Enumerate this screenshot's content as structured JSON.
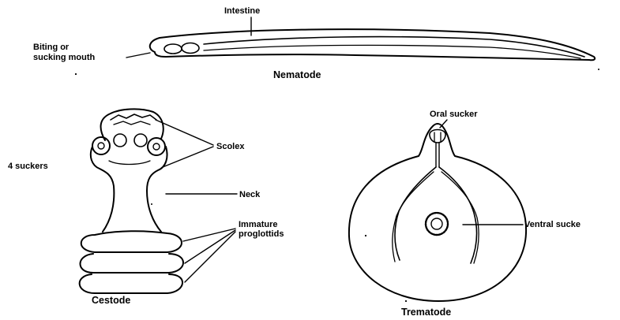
{
  "nematode": {
    "label_intestine": "Intestine",
    "label_mouth_line1": "Biting or",
    "label_mouth_line2": "sucking mouth",
    "label_name": "Nematode"
  },
  "cestode": {
    "label_scolex": "Scolex",
    "label_suckers": "4 suckers",
    "label_neck": "Neck",
    "label_proglottids_line1": "Immature",
    "label_proglottids_line2": "proglottids",
    "label_name": "Cestode"
  },
  "trematode": {
    "label_oral_sucker": "Oral sucker",
    "label_ventral_sucker": "Ventral sucke",
    "label_name": "Trematode"
  }
}
